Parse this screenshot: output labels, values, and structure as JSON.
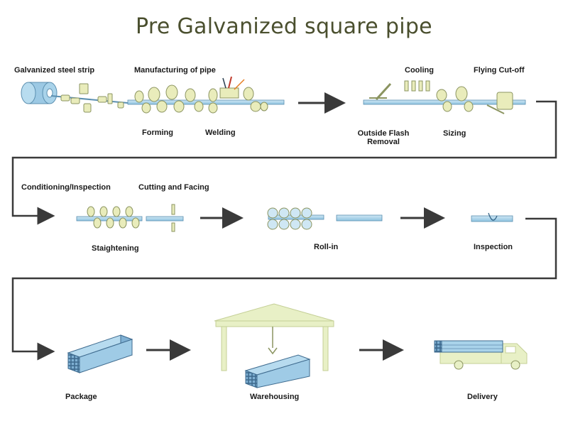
{
  "title": "Pre Galvanized square pipe",
  "colors": {
    "pipe": "#a9d3ea",
    "pipe_edge": "#5b8fb0",
    "roller": "#e9ecbb",
    "roller_edge": "#8b9460",
    "building": "#e8f0c6",
    "arrow": "#3a3a3a",
    "title": "#4a4f2e",
    "bundle": "#3f6b8f"
  },
  "labels": {
    "galvanized_steel_strip": "Galvanized steel strip",
    "manufacturing_of_pipe": "Manufacturing of pipe",
    "forming": "Forming",
    "welding": "Welding",
    "cooling": "Cooling",
    "flying_cutoff": "Flying  Cut-off",
    "outside_flash_removal_l1": "Outside Flash",
    "outside_flash_removal_l2": "Removal",
    "sizing": "Sizing",
    "conditioning_inspection": "Conditioning/Inspection",
    "cutting_and_facing": "Cutting and Facing",
    "straightening": "Staightening",
    "roll_in": "Roll-in",
    "inspection": "Inspection",
    "package": "Package",
    "warehousing": "Warehousing",
    "delivery": "Delivery"
  },
  "icons": [
    "steel-coil-icon",
    "roller-icon",
    "welding-torch-icon",
    "cooling-nozzle-icon",
    "cutter-icon",
    "square-pipe-icon",
    "pipe-bundle-icon",
    "warehouse-icon",
    "truck-icon",
    "arrow-icon"
  ]
}
